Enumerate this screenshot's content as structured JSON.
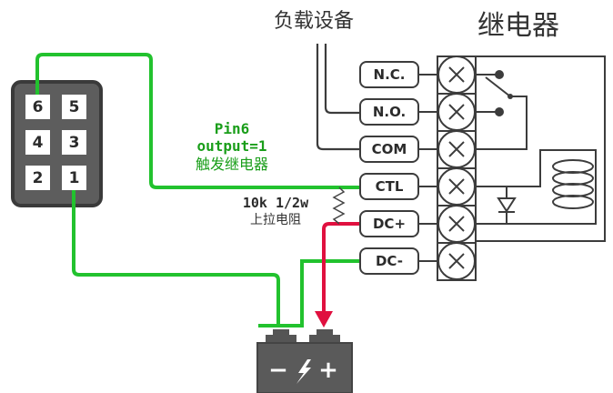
{
  "title_load": "负载设备",
  "title_relay": "继电器",
  "connector": {
    "pins": [
      "6",
      "5",
      "4",
      "3",
      "2",
      "1"
    ]
  },
  "annotation": {
    "pin_line1": "Pin6",
    "pin_line2": "output=1",
    "pin_line3": "触发继电器",
    "resistor_line1": "10k 1/2w",
    "resistor_line2": "上拉电阻"
  },
  "terminals": [
    "N.C.",
    "N.O.",
    "COM",
    "CTL",
    "DC+",
    "DC-"
  ],
  "battery": {
    "minus": "−",
    "plus": "+"
  },
  "colors": {
    "wire_green": "#22c22e",
    "wire_red": "#e0103f",
    "label_green": "#1a9e1a",
    "dark": "#3c3c3c",
    "battery": "#555555"
  }
}
